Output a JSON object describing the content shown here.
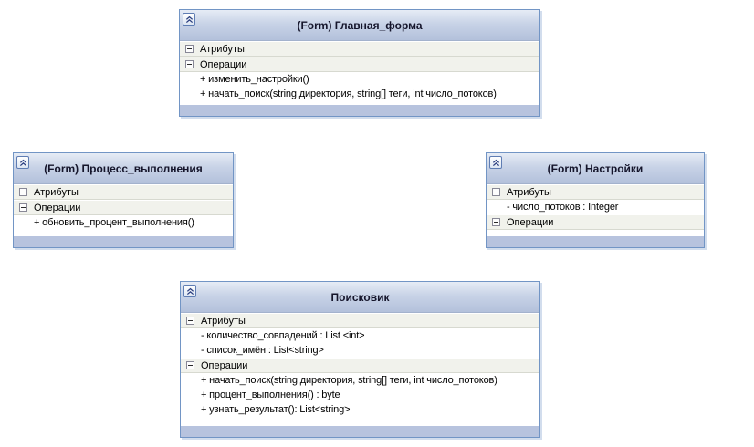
{
  "canvas": {
    "background": "#ffffff"
  },
  "palette": {
    "box_border": "#7295c5",
    "box_shadow": "#adc1de",
    "header_gradient_top": "#e6ecf6",
    "header_gradient_bottom": "#b3c1db",
    "title_color": "#15152b",
    "section_row_bg": "#f1f2ec",
    "member_row_bg": "#ffffff",
    "footer_strip_bg": "#b7c3de"
  },
  "icons": {
    "collapse_button": "double-chevron-up",
    "section_expander": "minus-box"
  },
  "classes": [
    {
      "title": "(Form) Главная_форма",
      "sections": [
        {
          "label": "Атрибуты",
          "members": []
        },
        {
          "label": "Операции",
          "members": [
            "+ изменить_настройки()",
            "+ начать_поиск(string директория, string[] теги, int число_потоков)"
          ]
        }
      ]
    },
    {
      "title": "(Form) Процесс_выполнения",
      "sections": [
        {
          "label": "Атрибуты",
          "members": []
        },
        {
          "label": "Операции",
          "members": [
            "+ обновить_процент_выполнения()"
          ]
        }
      ]
    },
    {
      "title": "(Form) Настройки",
      "sections": [
        {
          "label": "Атрибуты",
          "members": [
            "- число_потоков : Integer"
          ]
        },
        {
          "label": "Операции",
          "members": []
        }
      ]
    },
    {
      "title": "Поисковик",
      "sections": [
        {
          "label": "Атрибуты",
          "members": [
            "- количество_совпадений : List <int>",
            "- список_имён : List<string>"
          ]
        },
        {
          "label": "Операции",
          "members": [
            "+ начать_поиск(string директория, string[] теги, int число_потоков)",
            "+ процент_выполнения() : byte",
            "+ узнать_результат(): List<string>"
          ]
        }
      ]
    }
  ]
}
